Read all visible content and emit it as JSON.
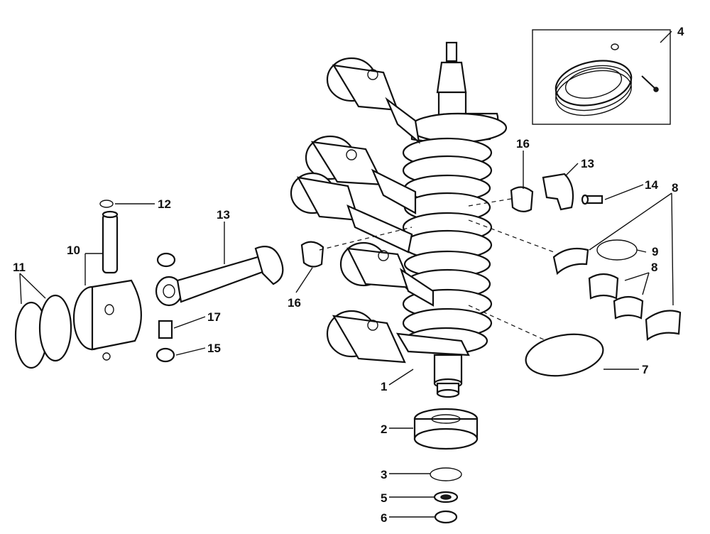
{
  "callouts": [
    {
      "id": "c1",
      "text": "1"
    },
    {
      "id": "c2",
      "text": "2"
    },
    {
      "id": "c3",
      "text": "3"
    },
    {
      "id": "c4",
      "text": "4"
    },
    {
      "id": "c5",
      "text": "5"
    },
    {
      "id": "c6",
      "text": "6"
    },
    {
      "id": "c7",
      "text": "7"
    },
    {
      "id": "c8a",
      "text": "8"
    },
    {
      "id": "c8b",
      "text": "8"
    },
    {
      "id": "c9",
      "text": "9"
    },
    {
      "id": "c10",
      "text": "10"
    },
    {
      "id": "c11",
      "text": "11"
    },
    {
      "id": "c12",
      "text": "12"
    },
    {
      "id": "c13a",
      "text": "13"
    },
    {
      "id": "c13b",
      "text": "13"
    },
    {
      "id": "c14",
      "text": "14"
    },
    {
      "id": "c15",
      "text": "15"
    },
    {
      "id": "c16a",
      "text": "16"
    },
    {
      "id": "c16b",
      "text": "16"
    },
    {
      "id": "c17",
      "text": "17"
    }
  ]
}
